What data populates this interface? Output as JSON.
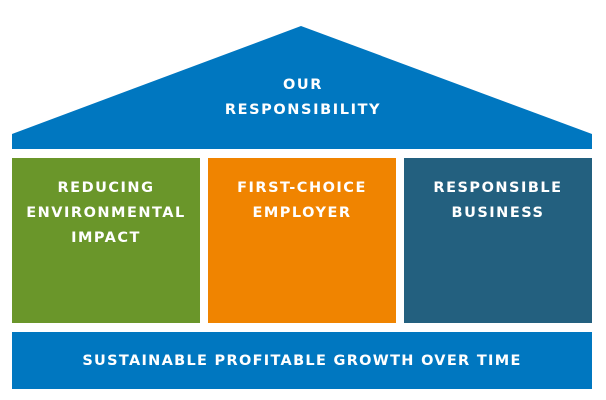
{
  "diagram": {
    "type": "house-of-responsibility",
    "colors": {
      "roof": "#0077c0",
      "pillar_1": "#6a962a",
      "pillar_2": "#f08400",
      "pillar_3": "#23607f",
      "base": "#0077c0",
      "text": "#ffffff",
      "background": "#ffffff"
    },
    "roof": {
      "line_1": "OUR",
      "line_2": "RESPONSIBILITY"
    },
    "pillars": [
      {
        "lines": [
          "REDUCING",
          "ENVIRONMENTAL",
          "IMPACT"
        ]
      },
      {
        "lines": [
          "FIRST-CHOICE",
          "EMPLOYER"
        ]
      },
      {
        "lines": [
          "RESPONSIBLE",
          "BUSINESS"
        ]
      }
    ],
    "base": {
      "label": "SUSTAINABLE PROFITABLE GROWTH OVER TIME"
    }
  }
}
